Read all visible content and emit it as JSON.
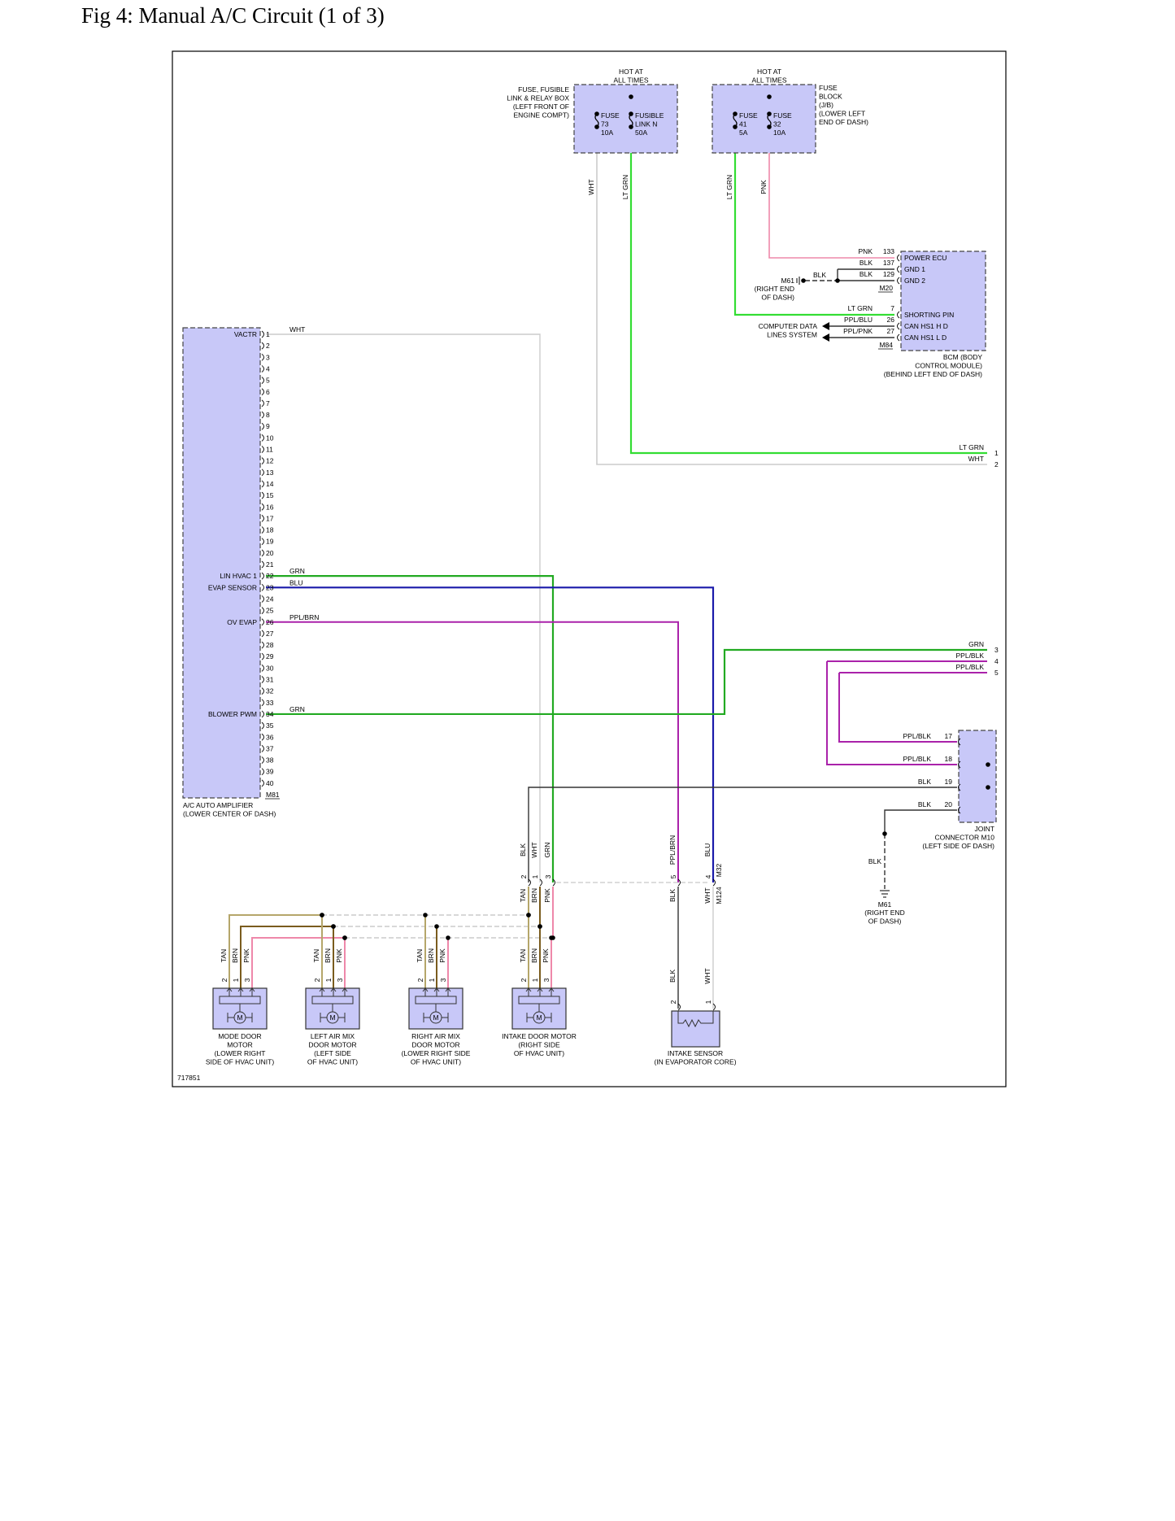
{
  "title": "Fig 4: Manual A/C Circuit (1 of 3)",
  "figure_id": "717851",
  "colors": {
    "component_fill": "#c8c8f8",
    "lt_grn": "#33dd33",
    "grn": "#22aa22",
    "blu": "#1a1aaa",
    "pnk": "#ee88aa",
    "ppl": "#aa22aa",
    "blk": "#333333",
    "wht": "#cccccc",
    "tan": "#b5a66a",
    "brn": "#7a5c1e"
  },
  "fuse_box_1": {
    "hot": "HOT AT ALL TIMES",
    "label_lines": [
      "FUSE, FUSIBLE",
      "LINK & RELAY BOX",
      "(LEFT FRONT OF",
      "ENGINE COMPT)"
    ],
    "fuse_a": [
      "FUSE",
      "73",
      "10A"
    ],
    "fuse_b": [
      "FUSIBLE",
      "LINK N",
      "50A"
    ],
    "wire_a": "WHT",
    "wire_b": "LT GRN"
  },
  "fuse_box_2": {
    "hot": "HOT AT ALL TIMES",
    "label_lines": [
      "FUSE",
      "BLOCK",
      "(J/B)",
      "(LOWER LEFT",
      "END OF DASH)"
    ],
    "fuse_a": [
      "FUSE",
      "41",
      "5A"
    ],
    "fuse_b": [
      "FUSE",
      "32",
      "10A"
    ],
    "wire_a": "LT GRN",
    "wire_b": "PNK"
  },
  "bcm": {
    "pins": [
      {
        "wire": "PNK",
        "pin": "133",
        "label": "POWER ECU"
      },
      {
        "wire": "BLK",
        "pin": "137",
        "label": "GND 1"
      },
      {
        "wire": "BLK",
        "pin": "129",
        "label": "GND 2"
      },
      {
        "wire": "LT GRN",
        "pin": "7",
        "label": "SHORTING PIN"
      },
      {
        "wire": "PPL/BLU",
        "pin": "26",
        "label": "CAN HS1 H D"
      },
      {
        "wire": "PPL/PNK",
        "pin": "27",
        "label": "CAN HS1 L D"
      }
    ],
    "connector_1": "M20",
    "connector_2": "M84",
    "caption": [
      "BCM (BODY",
      "CONTROL MODULE)",
      "(BEHIND LEFT END OF DASH)"
    ],
    "ground": {
      "id": "M61",
      "wire": "BLK",
      "location": [
        "(RIGHT END",
        "OF DASH)"
      ]
    },
    "cdl": [
      "COMPUTER DATA",
      "LINES SYSTEM"
    ]
  },
  "amplifier": {
    "labels": [
      {
        "pin": 1,
        "text": "VACTR",
        "wire": "WHT"
      },
      {
        "pin": 22,
        "text": "LIN HVAC 1",
        "wire": "GRN"
      },
      {
        "pin": 23,
        "text": "EVAP SENSOR",
        "wire": "BLU"
      },
      {
        "pin": 26,
        "text": "OV EVAP",
        "wire": "PPL/BRN"
      },
      {
        "pin": 34,
        "text": "BLOWER PWM",
        "wire": "GRN"
      }
    ],
    "pin_count": 40,
    "connector": "M81",
    "caption": [
      "A/C AUTO AMPLIFIER",
      "(LOWER CENTER OF DASH)"
    ]
  },
  "right_edge": [
    {
      "wire": "LT GRN",
      "pin": "1"
    },
    {
      "wire": "WHT",
      "pin": "2"
    },
    {
      "wire": "GRN",
      "pin": "3"
    },
    {
      "wire": "PPL/BLK",
      "pin": "4"
    },
    {
      "wire": "PPL/BLK",
      "pin": "5"
    }
  ],
  "joint_connector": {
    "pins": [
      {
        "wire": "PPL/BLK",
        "pin": "17"
      },
      {
        "wire": "PPL/BLK",
        "pin": "18"
      },
      {
        "wire": "BLK",
        "pin": "19"
      },
      {
        "wire": "BLK",
        "pin": "20"
      }
    ],
    "caption": [
      "JOINT",
      "CONNECTOR M10",
      "(LEFT SIDE OF DASH)"
    ],
    "ground_wire": "BLK",
    "ground": {
      "id": "M61",
      "location": [
        "(RIGHT END",
        "OF DASH)"
      ]
    }
  },
  "inline_connector": {
    "upper_wires": [
      "BLK",
      "WHT",
      "GRN",
      "PPL/BRN",
      "BLU"
    ],
    "upper_pins": [
      "2",
      "1",
      "3",
      "5",
      "4"
    ],
    "lower_wires": [
      "TAN",
      "BRN",
      "PNK",
      "BLK",
      "WHT"
    ],
    "conn_a": "M32",
    "conn_b": "M124"
  },
  "motors": [
    {
      "name": [
        "MODE DOOR",
        "MOTOR",
        "(LOWER RIGHT",
        "SIDE OF HVAC UNIT)"
      ]
    },
    {
      "name": [
        "LEFT AIR MIX",
        "DOOR MOTOR",
        "(LEFT SIDE",
        "OF HVAC UNIT)"
      ]
    },
    {
      "name": [
        "RIGHT AIR MIX",
        "DOOR MOTOR",
        "(LOWER RIGHT SIDE",
        "OF HVAC UNIT)"
      ]
    },
    {
      "name": [
        "INTAKE DOOR MOTOR",
        "(RIGHT SIDE",
        "OF HVAC UNIT)"
      ]
    }
  ],
  "motor_wires": [
    "TAN",
    "BRN",
    "PNK"
  ],
  "motor_pins": [
    "2",
    "1",
    "3"
  ],
  "motor_symbol": "M",
  "sensor": {
    "name": [
      "INTAKE SENSOR",
      "(IN EVAPORATOR CORE)"
    ],
    "wires": [
      "BLK",
      "WHT"
    ],
    "pins": [
      "2",
      "1"
    ]
  }
}
